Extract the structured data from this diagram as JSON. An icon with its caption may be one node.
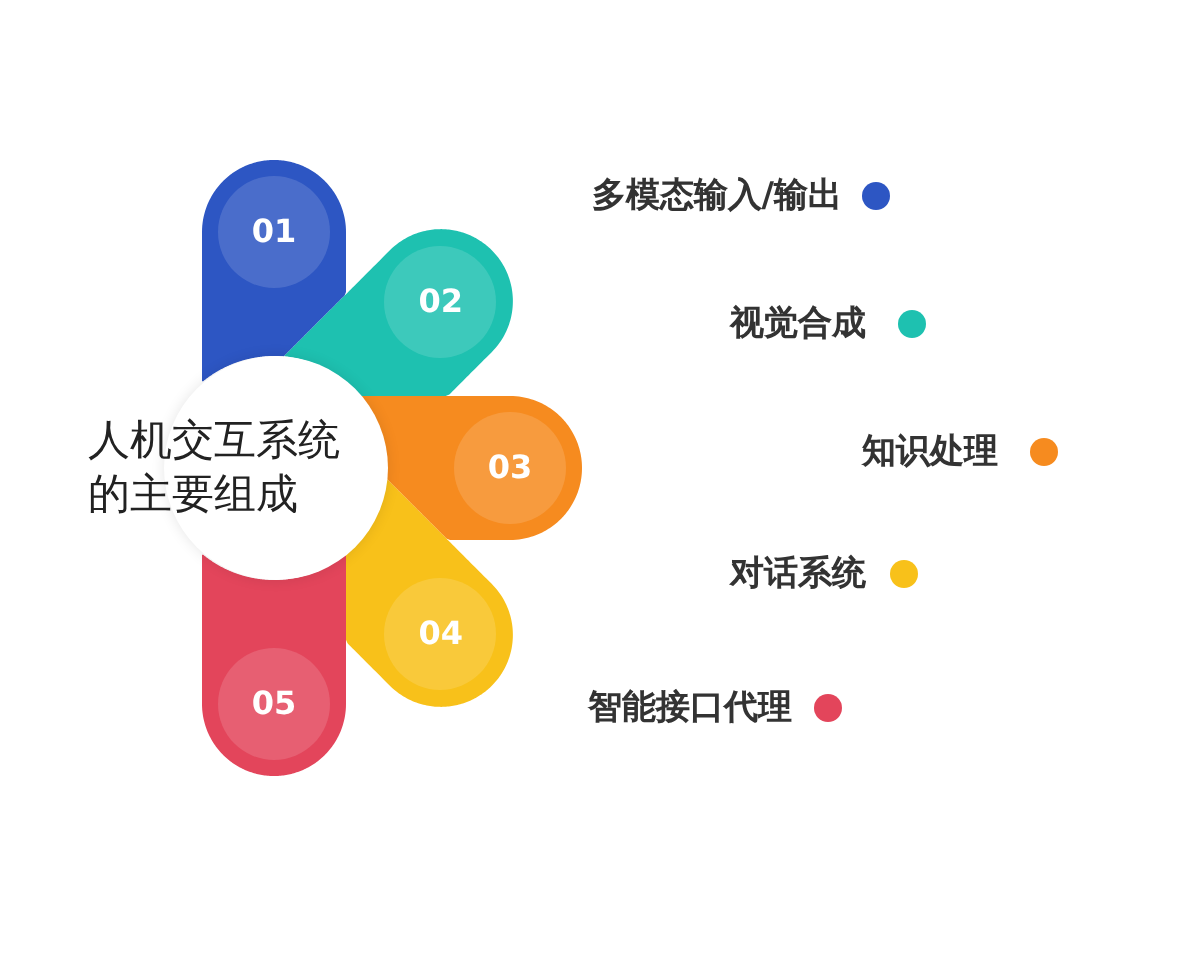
{
  "diagram": {
    "nodes": [
      {
        "text": [
          "人机交互系统的主要组成"
        ]
      },
      {
        "text": [
          "01"
        ]
      },
      {
        "text": [
          "02"
        ]
      },
      {
        "text": [
          "03"
        ]
      },
      {
        "text": [
          "04"
        ]
      },
      {
        "text": [
          "05"
        ]
      }
    ],
    "legend": [
      {
        "text": "多模态输入/输出",
        "color": "#2d56c3"
      },
      {
        "text": "视觉合成",
        "color": "#1ec1b0"
      },
      {
        "text": "知识处理",
        "color": "#f68b1f"
      },
      {
        "text": "对话系统",
        "color": "#f8c11a"
      },
      {
        "text": "智能接口代理",
        "color": "#e3455b"
      }
    ]
  }
}
